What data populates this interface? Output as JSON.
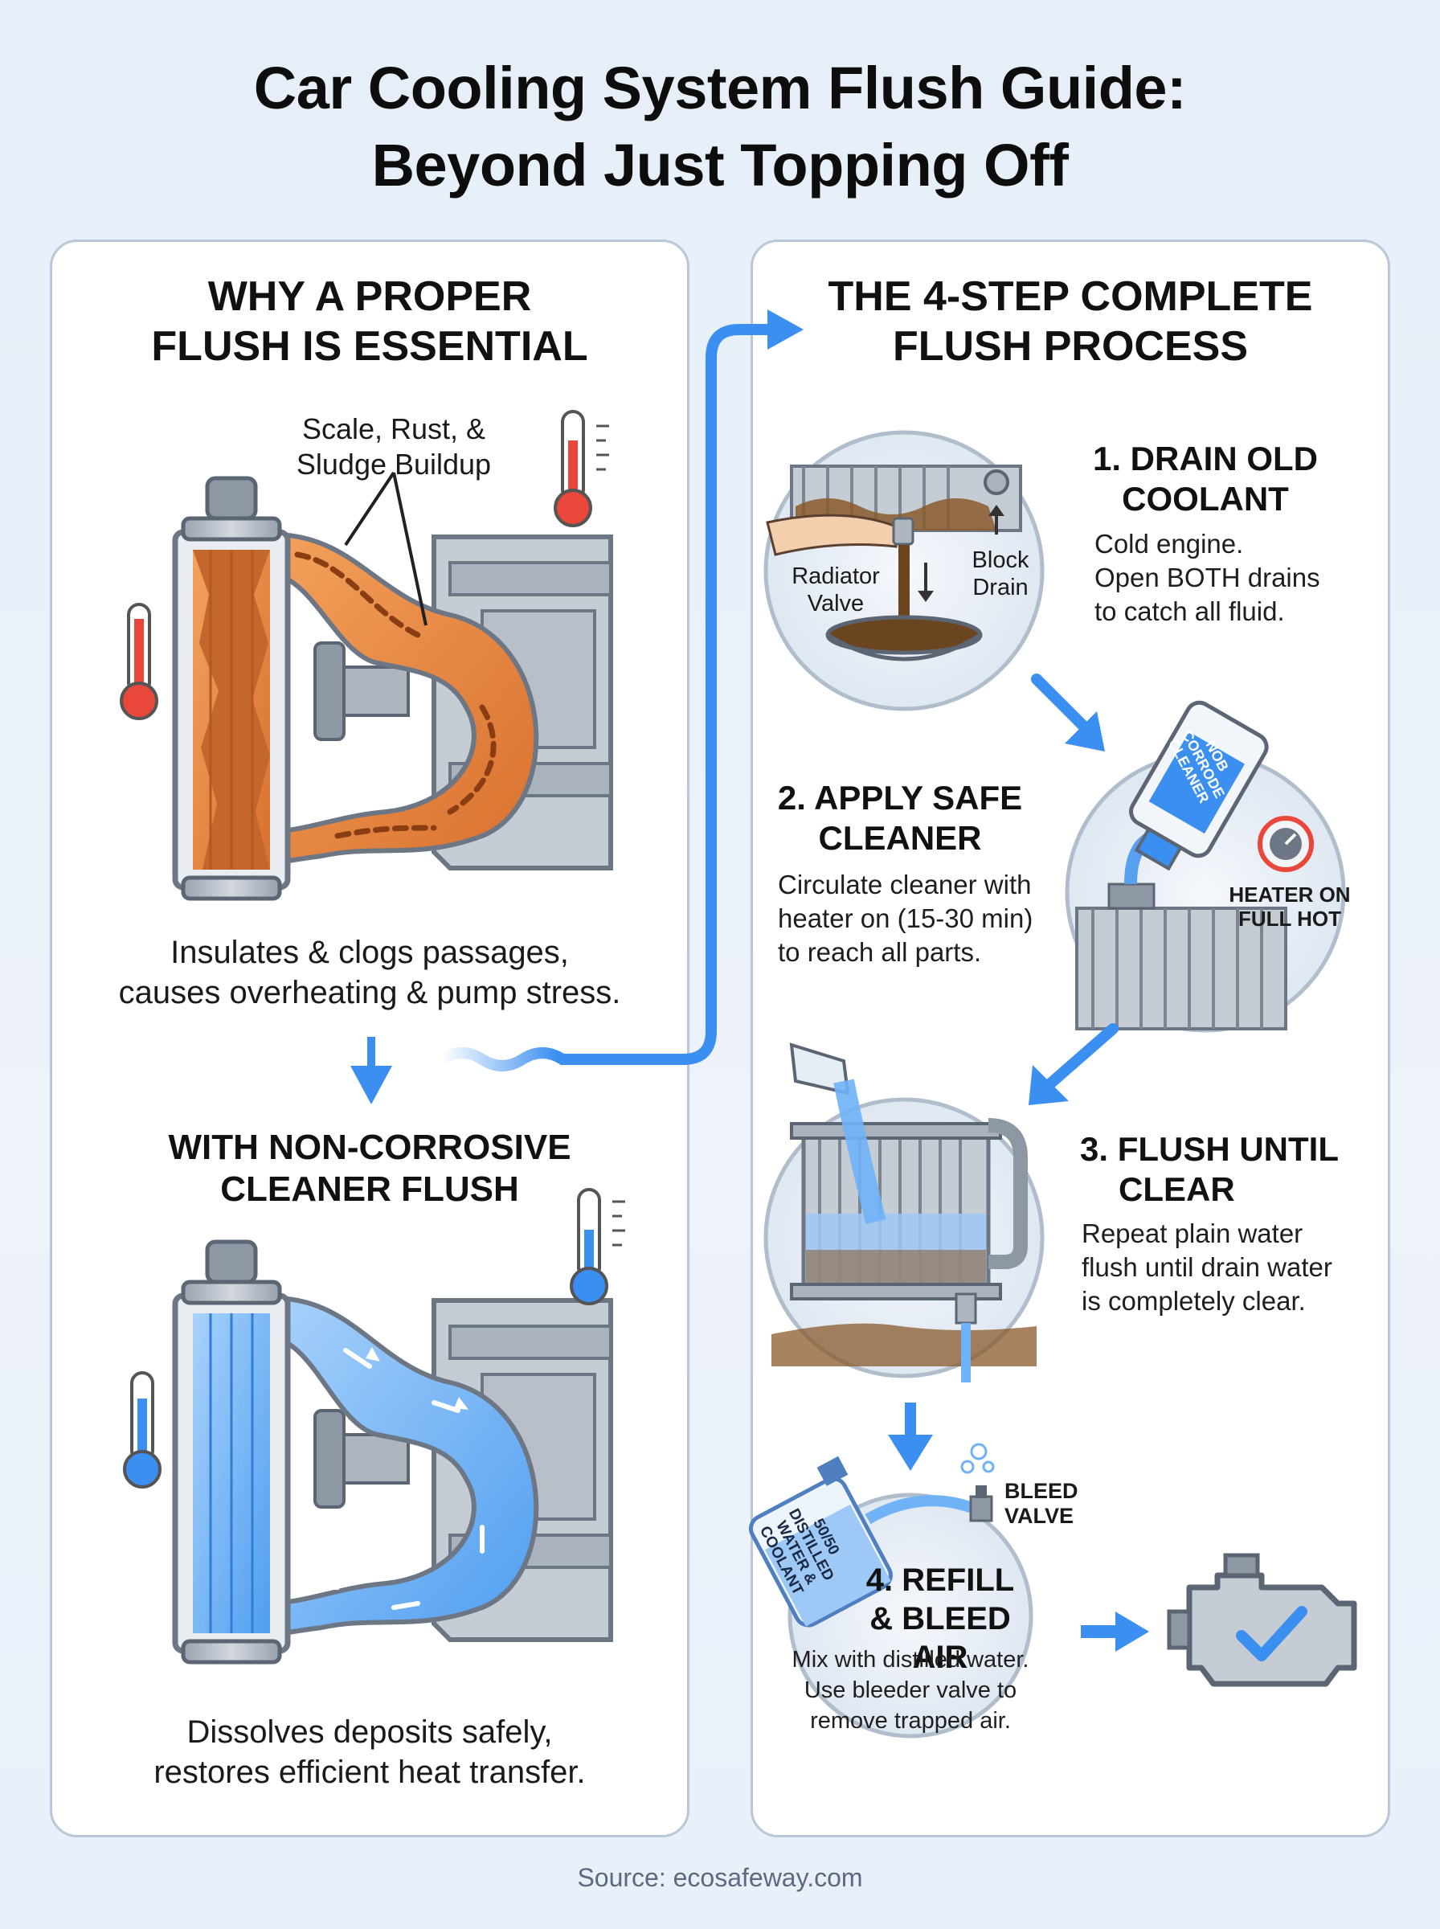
{
  "title": {
    "line1": "Car Cooling System Flush Guide:",
    "line2": "Beyond Just Topping Off"
  },
  "left_panel": {
    "heading_line1": "WHY A PROPER",
    "heading_line2": "FLUSH IS ESSENTIAL",
    "buildup_label_line1": "Scale, Rust, &",
    "buildup_label_line2": "Sludge Buildup",
    "problem_caption_line1": "Insulates & clogs passages,",
    "problem_caption_line2": "causes overheating & pump stress.",
    "solution_heading_line1": "WITH NON-CORROSIVE",
    "solution_heading_line2": "CLEANER FLUSH",
    "solution_caption_line1": "Dissolves deposits safely,",
    "solution_caption_line2": "restores efficient heat transfer."
  },
  "right_panel": {
    "heading_line1": "THE 4-STEP COMPLETE",
    "heading_line2": "FLUSH PROCESS",
    "steps": [
      {
        "title_line1": "1. DRAIN OLD",
        "title_line2": "COOLANT",
        "text_line1": "Cold engine.",
        "text_line2": "Open BOTH drains",
        "text_line3": "to catch all fluid.",
        "label_a_line1": "Radiator",
        "label_a_line2": "Valve",
        "label_b_line1": "Block",
        "label_b_line2": "Drain"
      },
      {
        "title_line1": "2. APPLY SAFE",
        "title_line2": "CLEANER",
        "text_line1": "Circulate cleaner with",
        "text_line2": "heater on (15-30 min)",
        "text_line3": "to reach all parts.",
        "bottle_label_line1": "NOB",
        "bottle_label_line2": "CORRODE",
        "bottle_label_line3": "CLEANER",
        "heater_label_line1": "HEATER ON",
        "heater_label_line2": "FULL HOT"
      },
      {
        "title_line1": "3. FLUSH UNTIL",
        "title_line2": "CLEAR",
        "text_line1": "Repeat plain water",
        "text_line2": "flush until drain water",
        "text_line3": "is completely clear."
      },
      {
        "title_line1": "4. REFILL",
        "title_line2": "& BLEED AIR",
        "text_line1": "Mix with distilled water.",
        "text_line2": "Use bleeder valve to",
        "text_line3": "remove trapped air.",
        "jug_label_line1": "50/50",
        "jug_label_line2": "DISTILLED",
        "jug_label_line3": "WATER &",
        "jug_label_line4": "COOLANT",
        "bleed_label_line1": "BLEED",
        "bleed_label_line2": "VALVE"
      }
    ]
  },
  "source": "Source: ecosafeway.com",
  "colors": {
    "accent_blue": "#3b8ff0",
    "rust_orange": "#e8883a",
    "danger_red": "#e8473a",
    "panel_border": "#b9c7d9",
    "metal_gray": "#b7bdc7"
  }
}
